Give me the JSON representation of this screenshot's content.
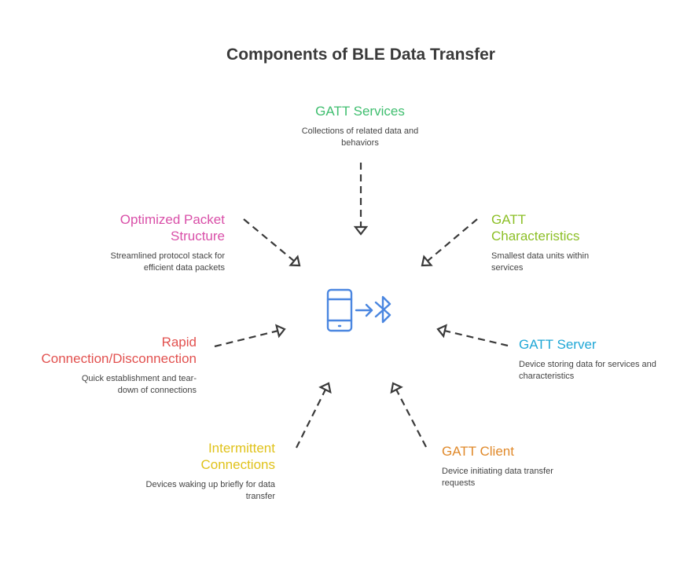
{
  "title": "Components of BLE Data Transfer",
  "nodes": [
    {
      "id": "gatt-services",
      "title": "GATT Services",
      "desc": "Collections of related data and behaviors",
      "color": "#3fbe6f"
    },
    {
      "id": "gatt-characteristics",
      "title": "GATT Characteristics",
      "desc": "Smallest data units within services",
      "color": "#8cbf26"
    },
    {
      "id": "gatt-server",
      "title": "GATT Server",
      "desc": "Device storing data for services and characteristics",
      "color": "#1fa7d6"
    },
    {
      "id": "gatt-client",
      "title": "GATT Client",
      "desc": "Device initiating data transfer requests",
      "color": "#e0892a"
    },
    {
      "id": "intermittent-connections",
      "title": "Intermittent Connections",
      "desc": "Devices waking up briefly for data transfer",
      "color": "#e0c21a"
    },
    {
      "id": "rapid-connection",
      "title": "Rapid Connection/Disconnection",
      "desc": "Quick establishment and tear-down of connections",
      "color": "#e2514f"
    },
    {
      "id": "optimized-packet",
      "title": "Optimized Packet Structure",
      "desc": "Streamlined protocol stack for efficient data packets",
      "color": "#d94fa8"
    }
  ],
  "center_icon": {
    "name": "phone-bluetooth-icon",
    "color": "#4a86e0"
  }
}
